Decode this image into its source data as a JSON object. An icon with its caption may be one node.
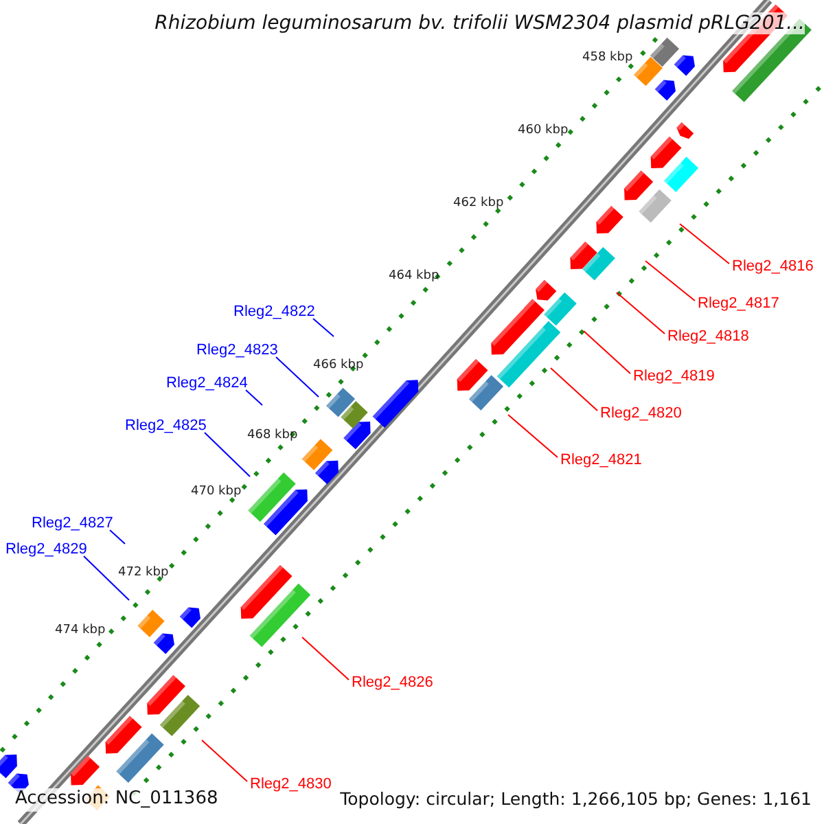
{
  "diagram": {
    "title": "Rhizobium leguminosarum bv. trifolii WSM2304 plasmid pRLG201...",
    "nodes": [
      {
        "text": [
          "Rleg2_4816"
        ]
      },
      {
        "text": [
          "Rleg2_4817"
        ]
      },
      {
        "text": [
          "Rleg2_4822"
        ]
      },
      {
        "text": [
          "Rleg2_4818"
        ]
      },
      {
        "text": [
          "Rleg2_4823"
        ]
      },
      {
        "text": [
          "Rleg2_4819"
        ]
      },
      {
        "text": [
          "Rleg2_4824"
        ]
      },
      {
        "text": [
          "Rleg2_4820"
        ]
      },
      {
        "text": [
          "Rleg2_4825"
        ]
      },
      {
        "text": [
          "Rleg2_4821"
        ]
      },
      {
        "text": [
          "Rleg2_4827"
        ]
      },
      {
        "text": [
          "Rleg2_4829"
        ]
      },
      {
        "text": [
          "Rleg2_4826"
        ]
      },
      {
        "text": [
          "Rleg2_4830"
        ]
      }
    ],
    "edges": [
      {
        "from": 0,
        "to": null,
        "arrow": "none"
      },
      {
        "from": 1,
        "to": null,
        "arrow": "none"
      },
      {
        "from": 2,
        "to": null,
        "arrow": "none",
        "color": "#0000ff"
      },
      {
        "from": 3,
        "to": null,
        "arrow": "none"
      },
      {
        "from": 4,
        "to": null,
        "arrow": "none",
        "color": "#0000ff"
      },
      {
        "from": 5,
        "to": null,
        "arrow": "none"
      },
      {
        "from": 6,
        "to": null,
        "arrow": "none",
        "color": "#0000ff"
      },
      {
        "from": 7,
        "to": null,
        "arrow": "none"
      },
      {
        "from": 8,
        "to": null,
        "arrow": "none",
        "color": "#0000ff"
      },
      {
        "from": 9,
        "to": null,
        "arrow": "none"
      },
      {
        "from": 10,
        "to": null,
        "arrow": "none",
        "color": "#0000ff"
      },
      {
        "from": 11,
        "to": null,
        "arrow": "none",
        "color": "#0000ff"
      },
      {
        "from": 12,
        "to": null,
        "arrow": "none"
      },
      {
        "from": 13,
        "to": null,
        "arrow": "none"
      }
    ],
    "labels": [
      "458 kbp",
      "460 kbp",
      "462 kbp",
      "464 kbp",
      "466 kbp",
      "468 kbp",
      "470 kbp",
      "472 kbp",
      "474 kbp",
      "Accession: NC_011368",
      "Topology: circular; Length: 1,266,105 bp; Genes: 1,161"
    ]
  }
}
